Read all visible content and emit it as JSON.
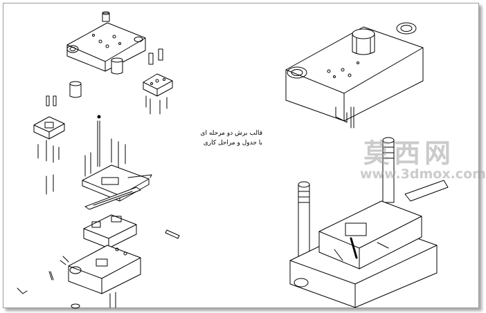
{
  "caption": {
    "line1": "قالب برش دو مرحله ای",
    "line2": "با جدول و مراحل کاری"
  },
  "watermark": {
    "chinese": "莫西网",
    "url": "www.3dmox.com"
  },
  "colors": {
    "line": "#000000",
    "background": "#ffffff",
    "watermark": "#a0a0a0"
  }
}
